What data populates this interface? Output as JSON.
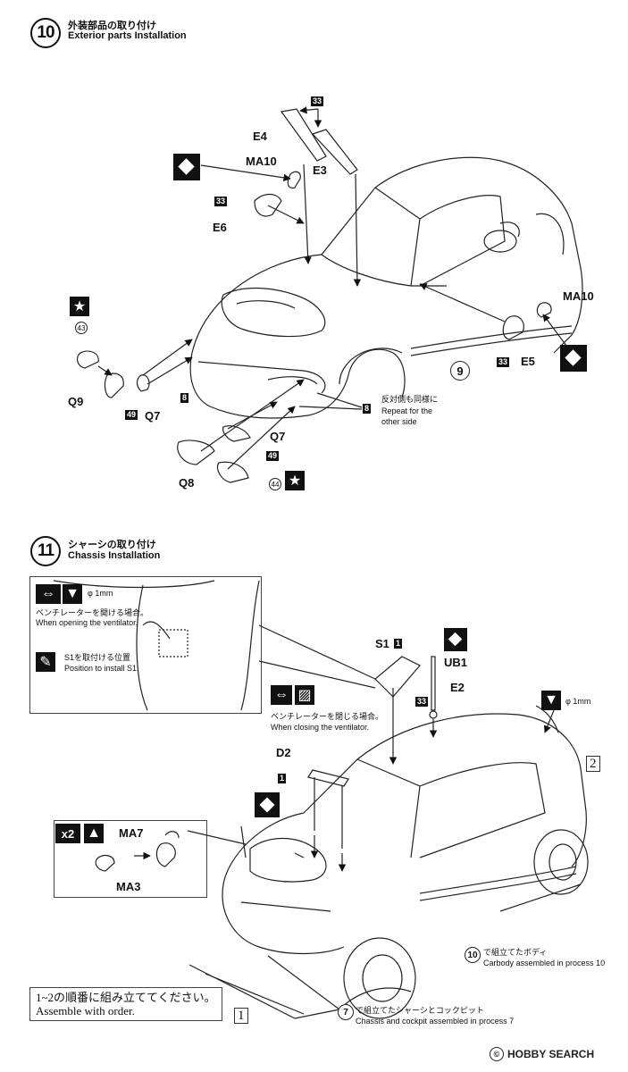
{
  "step10": {
    "number": "10",
    "title_jp": "外装部品の取り付け",
    "title_en": "Exterior parts Installation",
    "parts": {
      "e4": "E4",
      "e3": "E3",
      "ma10_top": "MA10",
      "e6": "E6",
      "ma10_right": "MA10",
      "e5": "E5",
      "q9": "Q9",
      "q7_left": "Q7",
      "q7_right": "Q7",
      "q8": "Q8"
    },
    "tags": {
      "t33a": "33",
      "t33b": "33",
      "t33c": "33",
      "t49a": "49",
      "t49b": "49",
      "t8a": "8",
      "t8b": "8"
    },
    "circles": {
      "c43": "43",
      "c44": "44"
    },
    "body_ref": "9",
    "note_jp": "反対側も同様に",
    "note_en_1": "Repeat for the",
    "note_en_2": "other side"
  },
  "step11": {
    "number": "11",
    "title_jp": "シャーシの取り付け",
    "title_en": "Chassis Installation",
    "detail": {
      "drill": "φ 1mm",
      "open_jp": "ベンチレーターを開ける場合。",
      "open_en": "When opening the ventilator.",
      "pos_jp": "S1を取付ける位置",
      "pos_en": "Position to install S1."
    },
    "close_jp": "ベンチレーターを閉じる場合。",
    "close_en": "When closing the ventilator.",
    "parts": {
      "s1": "S1",
      "s1_tag": "1",
      "ub1": "UB1",
      "e2": "E2",
      "d2": "D2",
      "d2_tag": "1",
      "ma7": "MA7",
      "ma3": "MA3"
    },
    "tags": {
      "t33": "33"
    },
    "drill_right": "φ 1mm",
    "x2": "x2",
    "ref2": "2",
    "ref1": "1",
    "ref10": "10",
    "carbody_jp": "で組立てたボディ",
    "carbody_en": "Carbody assembled in process 10",
    "ref7": "7",
    "chassis_jp": "で組立てたシャーシとコックピット",
    "chassis_en": "Chassis and cockpit assembled in process 7",
    "order_jp": "1~2の順番に組み立ててください。",
    "order_en": "Assemble with order."
  },
  "watermark": "HOBBY SEARCH"
}
